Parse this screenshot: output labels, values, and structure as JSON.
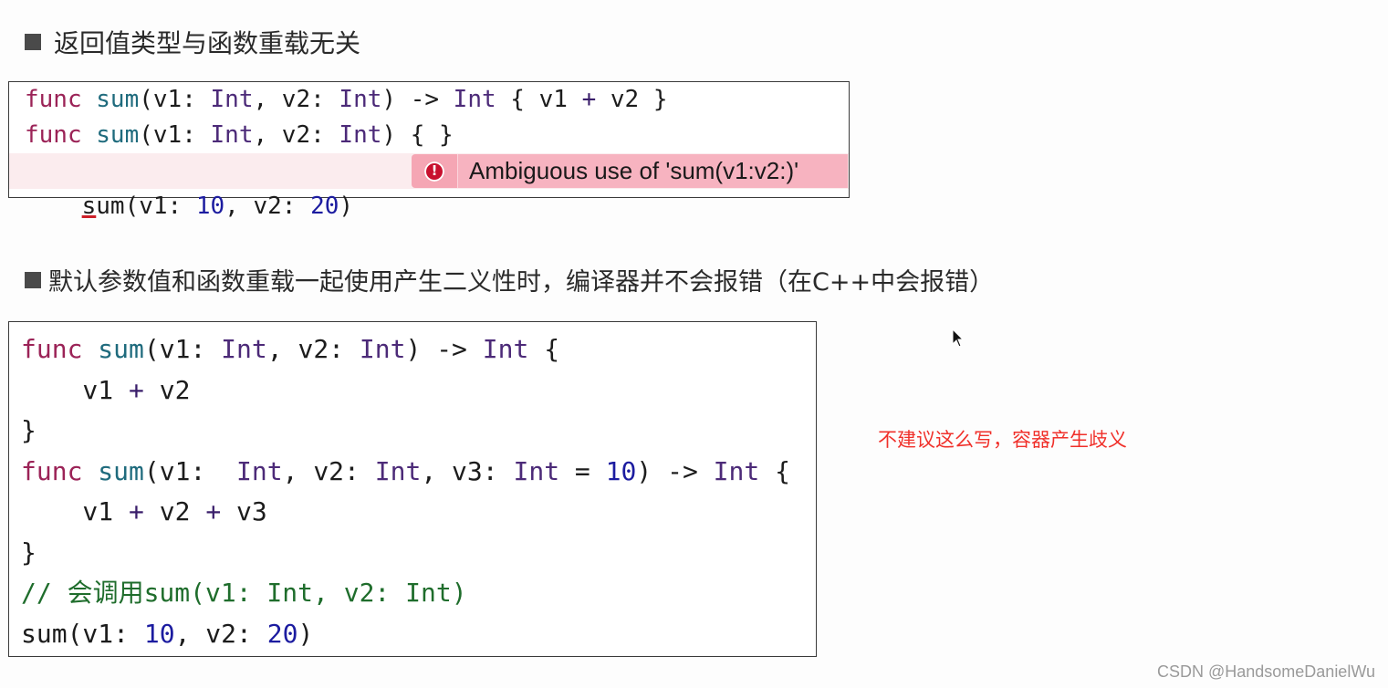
{
  "section1": {
    "heading": "返回值类型与函数重载无关",
    "code_lines": [
      {
        "tokens": [
          {
            "t": "func",
            "c": "kw"
          },
          {
            "t": " ",
            "c": ""
          },
          {
            "t": "sum",
            "c": "fn"
          },
          {
            "t": "(v1: ",
            "c": ""
          },
          {
            "t": "Int",
            "c": "ty"
          },
          {
            "t": ", v2: ",
            "c": ""
          },
          {
            "t": "Int",
            "c": "ty"
          },
          {
            "t": ") -> ",
            "c": ""
          },
          {
            "t": "Int",
            "c": "ty"
          },
          {
            "t": " { v1 ",
            "c": ""
          },
          {
            "t": "+",
            "c": "op"
          },
          {
            "t": " v2 }",
            "c": ""
          }
        ]
      },
      {
        "tokens": [
          {
            "t": "func",
            "c": "kw"
          },
          {
            "t": " ",
            "c": ""
          },
          {
            "t": "sum",
            "c": "fn"
          },
          {
            "t": "(v1: ",
            "c": ""
          },
          {
            "t": "Int",
            "c": "ty"
          },
          {
            "t": ", v2: ",
            "c": ""
          },
          {
            "t": "Int",
            "c": "ty"
          },
          {
            "t": ") { }",
            "c": ""
          }
        ]
      },
      {
        "tokens": [
          {
            "t": "s",
            "c": "underline-s"
          },
          {
            "t": "um(v1: ",
            "c": ""
          },
          {
            "t": "10",
            "c": "num"
          },
          {
            "t": ", v2: ",
            "c": ""
          },
          {
            "t": "20",
            "c": "num"
          },
          {
            "t": ")",
            "c": ""
          }
        ]
      }
    ],
    "error": {
      "icon": "error-exclamation-icon",
      "icon_glyph": "!",
      "message": "Ambiguous use of 'sum(v1:v2:)'"
    }
  },
  "section2": {
    "heading": "默认参数值和函数重载一起使用产生二义性时，编译器并不会报错（在C++中会报错）",
    "code_lines": [
      {
        "tokens": [
          {
            "t": "func",
            "c": "kw"
          },
          {
            "t": " ",
            "c": ""
          },
          {
            "t": "sum",
            "c": "fn"
          },
          {
            "t": "(v1: ",
            "c": ""
          },
          {
            "t": "Int",
            "c": "ty"
          },
          {
            "t": ", v2: ",
            "c": ""
          },
          {
            "t": "Int",
            "c": "ty"
          },
          {
            "t": ") -> ",
            "c": ""
          },
          {
            "t": "Int",
            "c": "ty"
          },
          {
            "t": " {",
            "c": ""
          }
        ]
      },
      {
        "tokens": [
          {
            "t": "    v1 ",
            "c": ""
          },
          {
            "t": "+",
            "c": "op"
          },
          {
            "t": " v2",
            "c": ""
          }
        ]
      },
      {
        "tokens": [
          {
            "t": "}",
            "c": ""
          }
        ]
      },
      {
        "tokens": [
          {
            "t": "func",
            "c": "kw"
          },
          {
            "t": " ",
            "c": ""
          },
          {
            "t": "sum",
            "c": "fn"
          },
          {
            "t": "(v1:  ",
            "c": ""
          },
          {
            "t": "Int",
            "c": "ty"
          },
          {
            "t": ", v2: ",
            "c": ""
          },
          {
            "t": "Int",
            "c": "ty"
          },
          {
            "t": ", v3: ",
            "c": ""
          },
          {
            "t": "Int",
            "c": "ty"
          },
          {
            "t": " = ",
            "c": ""
          },
          {
            "t": "10",
            "c": "num"
          },
          {
            "t": ") -> ",
            "c": ""
          },
          {
            "t": "Int",
            "c": "ty"
          },
          {
            "t": " {",
            "c": ""
          }
        ]
      },
      {
        "tokens": [
          {
            "t": "    v1 ",
            "c": ""
          },
          {
            "t": "+",
            "c": "op"
          },
          {
            "t": " v2 ",
            "c": ""
          },
          {
            "t": "+",
            "c": "op"
          },
          {
            "t": " v3",
            "c": ""
          }
        ]
      },
      {
        "tokens": [
          {
            "t": "}",
            "c": ""
          }
        ]
      },
      {
        "tokens": [
          {
            "t": "// 会调用sum(v1: Int, v2: Int)",
            "c": "cm"
          }
        ]
      },
      {
        "tokens": [
          {
            "t": "sum(v1: ",
            "c": ""
          },
          {
            "t": "10",
            "c": "num"
          },
          {
            "t": ", v2: ",
            "c": ""
          },
          {
            "t": "20",
            "c": "num"
          },
          {
            "t": ")",
            "c": ""
          }
        ]
      }
    ],
    "note": "不建议这么写，容器产生歧义"
  },
  "colors": {
    "keyword": "#9b2357",
    "function": "#1f6b7d",
    "type": "#4c2a78",
    "number": "#1c1ca0",
    "comment": "#1f6d2c",
    "error_bg": "#f7b3c0",
    "error_icon": "#c8102e",
    "note": "#f0302a"
  },
  "watermark": "CSDN @HandsomeDanielWu"
}
